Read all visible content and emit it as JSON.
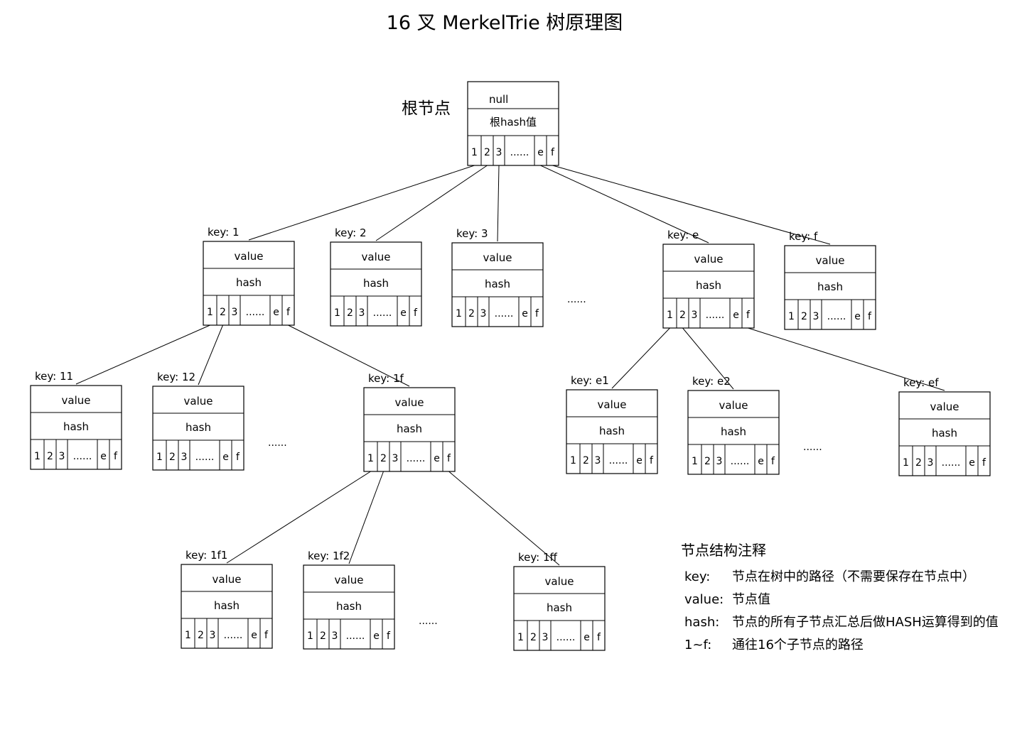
{
  "title": "16 叉 MerkelTrie 树原理图",
  "root": {
    "label": "根节点",
    "top_text": "null",
    "mid_text": "根hash值"
  },
  "node_fields": {
    "value": "value",
    "hash": "hash"
  },
  "slots": [
    "1",
    "2",
    "3",
    "......",
    "e",
    "f"
  ],
  "nodes": [
    {
      "id": "n1",
      "key": "key: 1"
    },
    {
      "id": "n2",
      "key": "key: 2"
    },
    {
      "id": "n3",
      "key": "key: 3"
    },
    {
      "id": "ne",
      "key": "key: e"
    },
    {
      "id": "nf",
      "key": "key: f"
    },
    {
      "id": "n11",
      "key": "key: 11"
    },
    {
      "id": "n12",
      "key": "key: 12"
    },
    {
      "id": "n1f",
      "key": "key: 1f"
    },
    {
      "id": "ne1",
      "key": "key: e1"
    },
    {
      "id": "ne2",
      "key": "key: e2"
    },
    {
      "id": "nef",
      "key": "key: ef"
    },
    {
      "id": "n1f1",
      "key": "key: 1f1"
    },
    {
      "id": "n1f2",
      "key": "key: 1f2"
    },
    {
      "id": "n1ff",
      "key": "key: 1ff"
    }
  ],
  "edges": [
    [
      "root",
      0,
      "n1"
    ],
    [
      "root",
      1,
      "n2"
    ],
    [
      "root",
      2,
      "n3"
    ],
    [
      "root",
      4,
      "ne"
    ],
    [
      "root",
      5,
      "nf"
    ],
    [
      "n1",
      0,
      "n11"
    ],
    [
      "n1",
      1,
      "n12"
    ],
    [
      "n1",
      5,
      "n1f"
    ],
    [
      "ne",
      0,
      "ne1"
    ],
    [
      "ne",
      1,
      "ne2"
    ],
    [
      "ne",
      5,
      "nef"
    ],
    [
      "n1f",
      0,
      "n1f1"
    ],
    [
      "n1f",
      1,
      "n1f2"
    ],
    [
      "n1f",
      5,
      "n1ff"
    ]
  ],
  "gap_ellipsis": [
    "......",
    "......",
    "......",
    "......",
    "......"
  ],
  "legend": {
    "title": "节点结构注释",
    "items": [
      {
        "term": "key:",
        "desc": "节点在树中的路径（不需要保存在节点中）"
      },
      {
        "term": "value:",
        "desc": "节点值"
      },
      {
        "term": "hash:",
        "desc": "节点的所有子节点汇总后做HASH运算得到的值"
      },
      {
        "term": "1~f:",
        "desc": "通往16个子节点的路径"
      }
    ]
  }
}
